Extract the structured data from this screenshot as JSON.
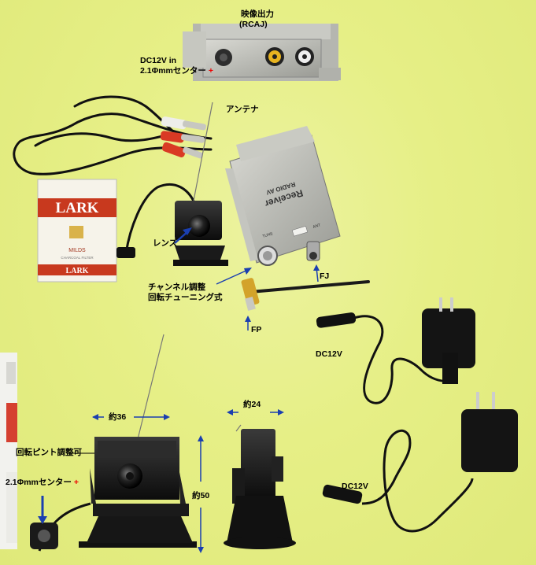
{
  "labels": {
    "video_out_title": "映像出力",
    "video_out_sub": "(RCAJ)",
    "dc_in_1": "DC12V in",
    "dc_in_2": "2.1Φmmセンター",
    "plus_sign": "+",
    "antenna": "アンテナ",
    "lens": "レンズ",
    "channel_1": "チャンネル調整",
    "channel_2": "回転チューニング式",
    "fj": "FJ",
    "fp": "FP",
    "dc12v_top": "DC12V",
    "dc12v_bottom": "DC12V",
    "width_36": "約36",
    "depth_24": "約24",
    "height_50": "約50",
    "focus": "回転ピント調整可",
    "center_bottom": "2.1Φmmセンター"
  },
  "printed_marks": {
    "cigarette_brand": "LARK",
    "cigarette_sub": "MILDS",
    "cigarette_sub2": "CHARCOAL FILTER",
    "receiver_title_1": "Receiver",
    "receiver_title_2": "RADIO AV",
    "receiver_tune": "TUNE",
    "receiver_ant": "ANT"
  },
  "colors": {
    "background": "#e6ef86",
    "arrow": "#1a3fb0",
    "plus_mark": "#e00000",
    "lark_red": "#c8391e"
  }
}
